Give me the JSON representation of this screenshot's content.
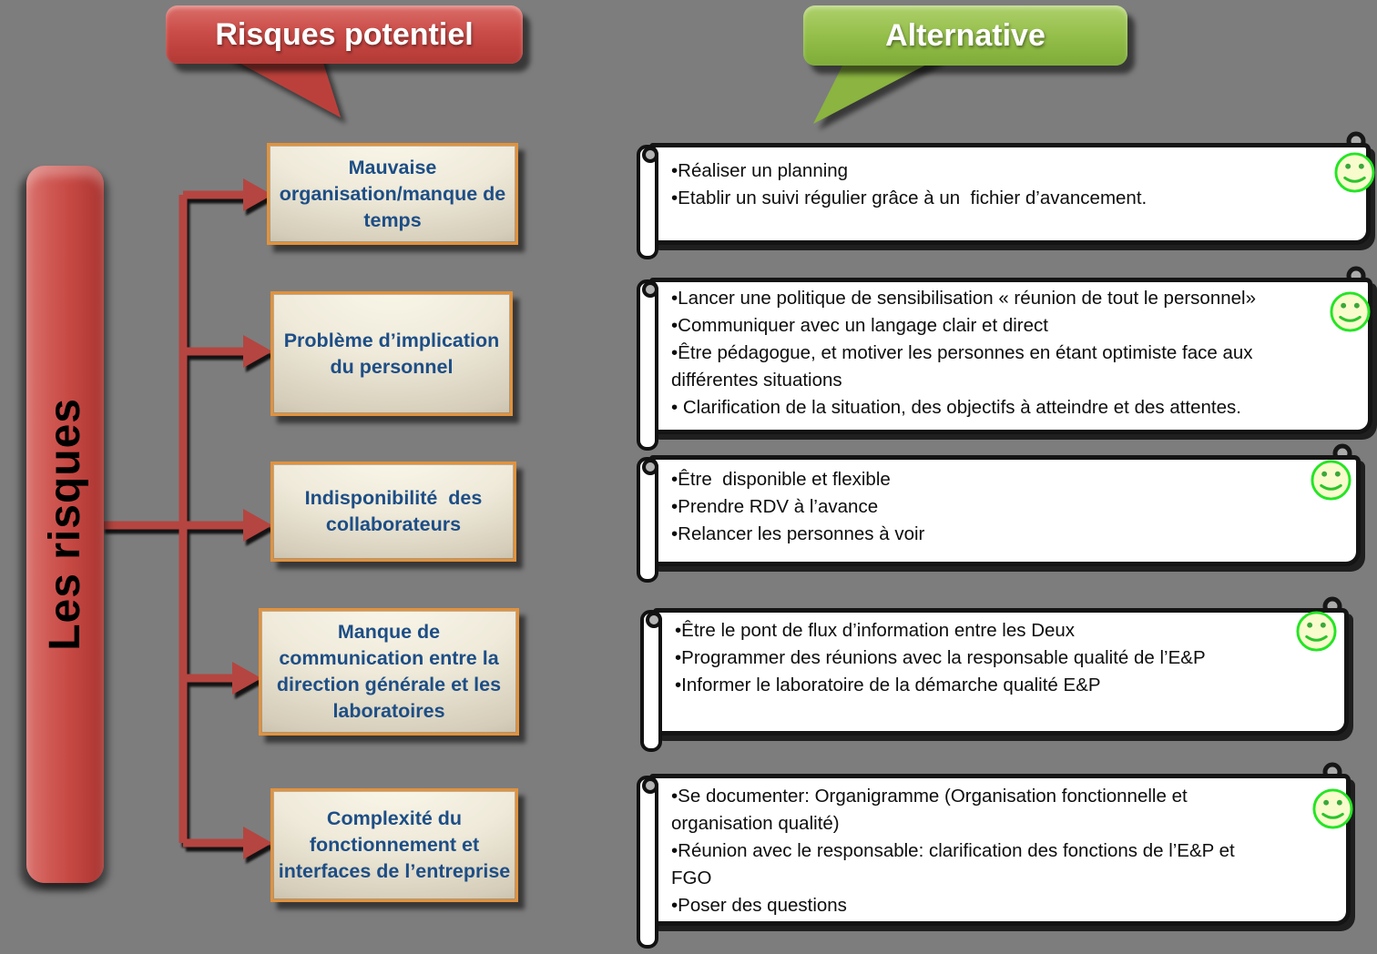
{
  "bar_label": "Les risques",
  "headers": {
    "risks_bubble": "Risques potentiel",
    "alternatives_bubble": "Alternative"
  },
  "rows": [
    {
      "risk": "Mauvaise\norganisation/manque de\ntemps",
      "alternatives": [
        "•Réaliser un planning",
        "•Etablir un suivi régulier grâce à un  fichier d’avancement."
      ]
    },
    {
      "risk": "Problème d’implication\ndu personnel",
      "alternatives": [
        "•Lancer une politique de sensibilisation « réunion de tout le personnel»",
        "•Communiquer avec un langage clair et direct",
        "•Être pédagogue, et motiver les personnes en étant optimiste face aux\ndifférentes situations",
        "• Clarification de la situation, des objectifs à atteindre et des attentes."
      ]
    },
    {
      "risk": "Indisponibilité  des\ncollaborateurs",
      "alternatives": [
        "•Être  disponible et flexible",
        "•Prendre RDV à l’avance",
        "•Relancer les personnes à voir"
      ]
    },
    {
      "risk": "Manque de\ncommunication entre la\ndirection générale et les\nlaboratoires",
      "alternatives": [
        "•Être le pont de flux d’information entre les Deux",
        "•Programmer des réunions avec la responsable qualité de l’E&P",
        "•Informer le laboratoire de la démarche qualité E&P"
      ]
    },
    {
      "risk": "Complexité du\nfonctionnement et\ninterfaces de l’entreprise",
      "alternatives": [
        "•Se documenter: Organigramme (Organisation fonctionnelle et\norganisation qualité)",
        "•Réunion avec le responsable: clarification des fonctions de l’E&P et\nFGO",
        "•Poser des questions"
      ]
    }
  ],
  "icons": {
    "status": "smiley-happy-icon",
    "scroll_corner": "scroll-curl-icon"
  },
  "palette": {
    "background": "#7d7d7d",
    "risk_bubble_red": "#c54642",
    "alternative_bubble_green": "#8fba44",
    "bar_red": "#c74944",
    "arrow_red": "#b5443f",
    "box_border_orange": "#e2923c",
    "box_fill_light": "#f4f1e2",
    "box_fill_dark": "#b7ae99",
    "box_text_blue": "#1d4e86",
    "scroll_paper": "#ffffff",
    "scroll_border": "#141414",
    "smiley_green": "#24e524",
    "smiley_fill": "#f8fccd"
  }
}
